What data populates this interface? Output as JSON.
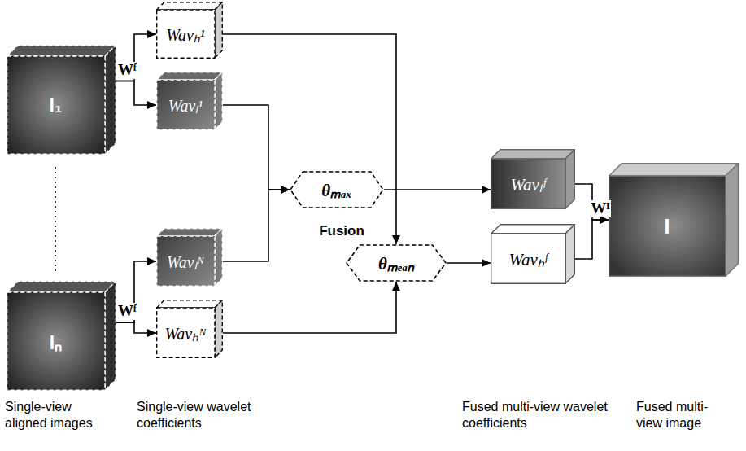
{
  "diagram": {
    "nodes": [
      {
        "text": [
          "I₁"
        ]
      },
      {
        "text": [
          "Wavₕ¹"
        ]
      },
      {
        "text": [
          "Wavₗ¹"
        ]
      },
      {
        "text": [
          "Wavₗᴺ"
        ]
      },
      {
        "text": [
          "Iₙ"
        ]
      },
      {
        "text": [
          "Wavₕᴺ"
        ]
      },
      {
        "text": [
          "θₘₐₓ"
        ]
      },
      {
        "text": [
          "θₘₑₐₙ"
        ]
      },
      {
        "text": [
          "Wavₗᶠ"
        ]
      },
      {
        "text": [
          "Wavₕᶠ"
        ]
      },
      {
        "text": [
          "I"
        ]
      }
    ],
    "edges": [
      {
        "from": 0,
        "to": 1,
        "arrow": "to",
        "label": "Wᶠ"
      },
      {
        "from": 0,
        "to": 2,
        "arrow": "to"
      },
      {
        "from": 4,
        "to": 3,
        "arrow": "to",
        "label": "Wᶠ"
      },
      {
        "from": 4,
        "to": 5,
        "arrow": "to"
      },
      {
        "from": 1,
        "to": 7,
        "arrow": "to"
      },
      {
        "from": 2,
        "to": 6,
        "arrow": "to"
      },
      {
        "from": 3,
        "to": 6,
        "arrow": "to"
      },
      {
        "from": 5,
        "to": 7,
        "arrow": "to"
      },
      {
        "from": 6,
        "to": 8,
        "arrow": "to"
      },
      {
        "from": 7,
        "to": 9,
        "arrow": "to"
      },
      {
        "from": 8,
        "to": 10,
        "arrow": "to",
        "label": "Wᴵ"
      },
      {
        "from": 9,
        "to": 10,
        "arrow": "to"
      }
    ],
    "labels": [
      "Fusion",
      "Single-view aligned images",
      "Single-view wavelet coefficients",
      "Fused multi-view wavelet coefficients",
      "Fused multi-view image"
    ]
  }
}
